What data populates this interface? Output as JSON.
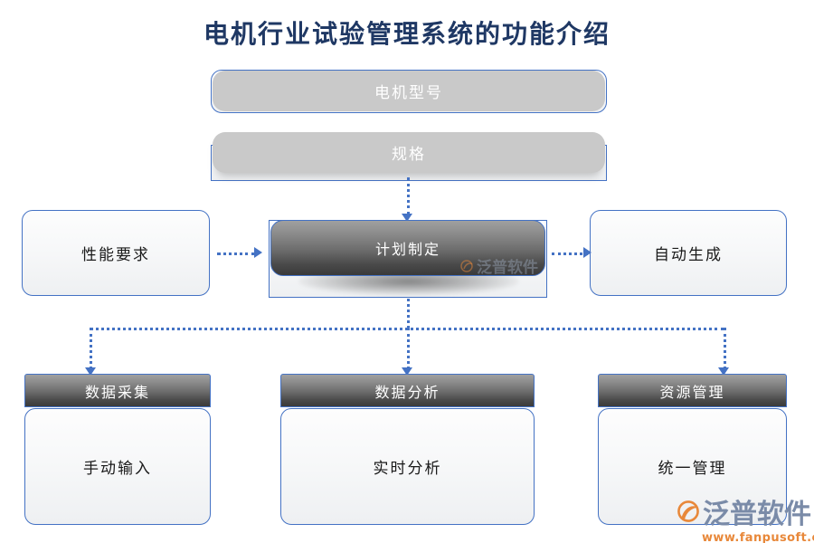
{
  "title": "电机行业试验管理系统的功能介绍",
  "colors": {
    "title": "#1f3864",
    "border_blue": "#4472c4",
    "connector_blue": "#4472c4",
    "grey_pill": "#c9c9c9",
    "dark_capsule_top": "#a0a0a0",
    "dark_capsule_bottom": "#3a3a3a",
    "watermark_text": "#7a8ba8",
    "watermark_url": "#e8883a"
  },
  "nodes": {
    "motor_model": {
      "label": "电机型号"
    },
    "spec": {
      "label": "规格"
    },
    "performance": {
      "label": "性能要求"
    },
    "plan": {
      "label": "计划制定"
    },
    "auto_generate": {
      "label": "自动生成"
    },
    "data_collection": {
      "header": "数据采集",
      "body": "手动输入"
    },
    "data_analysis": {
      "header": "数据分析",
      "body": "实时分析"
    },
    "resource_management": {
      "header": "资源管理",
      "body": "统一管理"
    }
  },
  "watermark": {
    "brand": "泛普软件",
    "url": "www.fanpusoft.com"
  }
}
